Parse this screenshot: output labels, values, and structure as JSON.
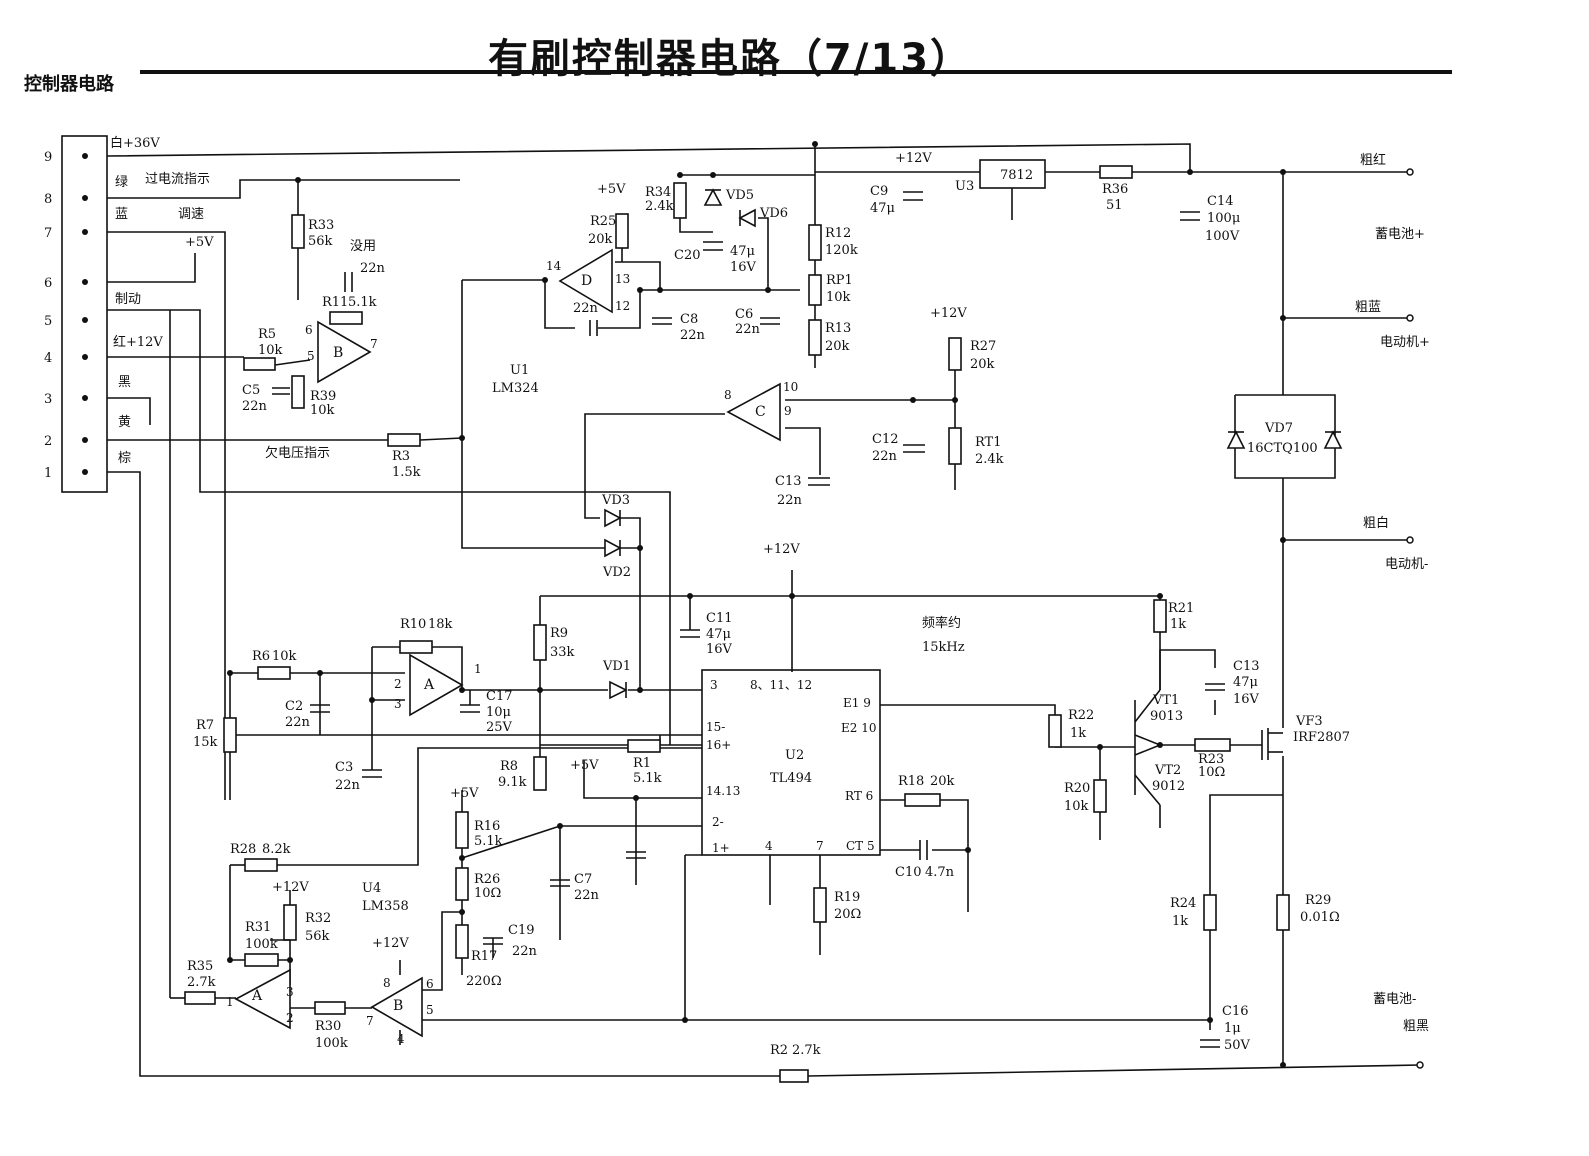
{
  "header": {
    "title": "有刷控制器电路（7/13）",
    "section": "控制器电路"
  },
  "connector": {
    "pins": [
      "9",
      "8",
      "7",
      "6",
      "5",
      "4",
      "3",
      "2",
      "1"
    ],
    "wires": [
      "白+36V",
      "绿",
      "蓝",
      "+5V",
      "制动",
      "红+12V",
      "黑",
      "黄",
      "棕"
    ],
    "signals": {
      "overcurrent": "过电流指示",
      "speed": "调速",
      "undervoltage": "欠电压指示"
    }
  },
  "outputs": {
    "red": "粗红",
    "battery_pos": "蓄电池+",
    "blue": "粗蓝",
    "motor_pos": "电动机+",
    "white": "粗白",
    "motor_neg": "电动机-",
    "battery_neg": "蓄电池-",
    "black": "粗黑"
  },
  "components": {
    "R33": {
      "ref": "R33",
      "value": "56k"
    },
    "unused": "没用",
    "C_top": "22n",
    "R11": {
      "ref": "R11",
      "value": "5.1k"
    },
    "R5": {
      "ref": "R5",
      "value": "10k"
    },
    "C5": {
      "ref": "C5",
      "value": "22n"
    },
    "R39": {
      "ref": "R39",
      "value": "10k"
    },
    "opampB_top": "B",
    "pin6": "6",
    "pin5": "5",
    "pin7": "7",
    "U1": {
      "ref": "U1",
      "part": "LM324"
    },
    "R3": {
      "ref": "R3",
      "value": "1.5k"
    },
    "R25": {
      "ref": "R25",
      "value": "20k"
    },
    "R34": {
      "ref": "R34",
      "value": "2.4k"
    },
    "VD5": "VD5",
    "VD6": "VD6",
    "C20": {
      "ref": "C20",
      "value": "47μ",
      "volt": "16V"
    },
    "opampD": "D",
    "pin14": "14",
    "pin13": "13",
    "pin12": "12",
    "C_fb_D": "22n",
    "C8": {
      "ref": "C8",
      "value": "22n"
    },
    "C6": {
      "ref": "C6",
      "value": "22n"
    },
    "R12": {
      "ref": "R12",
      "value": "120k"
    },
    "RP1": {
      "ref": "RP1",
      "value": "10k"
    },
    "R13": {
      "ref": "R13",
      "value": "20k"
    },
    "C9": {
      "ref": "C9",
      "value": "47μ"
    },
    "U3": {
      "ref": "U3",
      "part": "7812"
    },
    "R36": {
      "ref": "R36",
      "value": "51"
    },
    "C14": {
      "ref": "C14",
      "value": "100μ",
      "volt": "100V"
    },
    "v12_top": "+12V",
    "v5": "+5V",
    "opampC": "C",
    "pin8": "8",
    "pin9": "9",
    "pin10": "10",
    "R27": {
      "ref": "R27",
      "value": "20k"
    },
    "C12": {
      "ref": "C12",
      "value": "22n"
    },
    "RT1": {
      "ref": "RT1",
      "value": "2.4k"
    },
    "C13a": {
      "ref": "C13",
      "value": "22n"
    },
    "VD3": "VD3",
    "VD2": "VD2",
    "VD1": "VD1",
    "VD7": {
      "ref": "VD7",
      "part": "16CTQ100"
    },
    "R10": {
      "ref": "R10",
      "value": "18k"
    },
    "R6": {
      "ref": "R6",
      "value": "10k"
    },
    "R7": {
      "ref": "R7",
      "value": "15k"
    },
    "C2": {
      "ref": "C2",
      "value": "22n"
    },
    "opampA1": "A",
    "pinA1": "1",
    "pinA2": "2",
    "pinA3": "3",
    "C17": {
      "ref": "C17",
      "value": "10μ",
      "volt": "25V"
    },
    "C3": {
      "ref": "C3",
      "value": "22n"
    },
    "R9": {
      "ref": "R9",
      "value": "33k"
    },
    "R8": {
      "ref": "R8",
      "value": "9.1k"
    },
    "C11": {
      "ref": "C11",
      "value": "47μ",
      "volt": "16V"
    },
    "R1": {
      "ref": "R1",
      "value": "5.1k"
    },
    "U2": {
      "ref": "U2",
      "part": "TL494"
    },
    "tl_pins": {
      "p3": "3",
      "p81112": "8、11、12",
      "p15": "15-",
      "p16": "16+",
      "p1413": "14.13",
      "p2": "2-",
      "p1": "1+",
      "p4": "4",
      "p7": "7",
      "e1": "E1 9",
      "e2": "E2 10",
      "rt": "RT 6",
      "ct": "CT 5"
    },
    "freq": {
      "label": "频率约",
      "value": "15kHz"
    },
    "R18": {
      "ref": "R18",
      "value": "20k"
    },
    "C10": {
      "ref": "C10",
      "value": "4.7n"
    },
    "R19": {
      "ref": "R19",
      "value": "20Ω"
    },
    "R21": {
      "ref": "R21",
      "value": "1k"
    },
    "C13b": {
      "ref": "C13",
      "value": "47μ",
      "volt": "16V"
    },
    "VT1": {
      "ref": "VT1",
      "part": "9013"
    },
    "VT2": {
      "ref": "VT2",
      "part": "9012"
    },
    "R22": {
      "ref": "R22",
      "value": "1k"
    },
    "R20": {
      "ref": "R20",
      "value": "10k"
    },
    "R23": {
      "ref": "R23",
      "value": "10Ω"
    },
    "VF3": {
      "ref": "VF3",
      "part": "IRF2807"
    },
    "R24": {
      "ref": "R24",
      "value": "1k"
    },
    "R29": {
      "ref": "R29",
      "value": "0.01Ω"
    },
    "C16": {
      "ref": "C16",
      "value": "1μ",
      "volt": "50V"
    },
    "R2": {
      "ref": "R2",
      "value": "2.7k"
    },
    "R16": {
      "ref": "R16",
      "value": "5.1k"
    },
    "R26": {
      "ref": "R26",
      "value": "10Ω"
    },
    "R17": {
      "ref": "R17",
      "value": "220Ω"
    },
    "C19": {
      "ref": "C19",
      "value": "22n"
    },
    "C7": {
      "ref": "C7",
      "value": "22n"
    },
    "R28": {
      "ref": "R28",
      "value": "8.2k"
    },
    "R31": {
      "ref": "R31",
      "value": "100k"
    },
    "R32": {
      "ref": "R32",
      "value": "56k"
    },
    "U4": {
      "ref": "U4",
      "part": "LM358"
    },
    "R35": {
      "ref": "R35",
      "value": "2.7k"
    },
    "R30": {
      "ref": "R30",
      "value": "100k"
    },
    "opampA4": "A",
    "opampB4": "B",
    "u4pins": {
      "p1": "1",
      "p2": "2",
      "p3": "3",
      "p4": "4",
      "p5": "5",
      "p6": "6",
      "p7": "7",
      "p8": "8"
    }
  }
}
